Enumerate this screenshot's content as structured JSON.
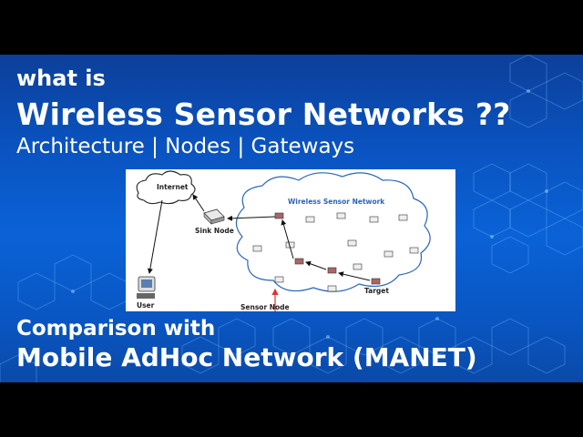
{
  "header": {
    "line1": "what is",
    "line2": "Wireless Sensor Networks ??",
    "line3": "Architecture | Nodes | Gateways"
  },
  "diagram": {
    "cloud_internet": "Internet",
    "cloud_wsn": "Wireless Sensor Network",
    "sink_node": "Sink Node",
    "user": "User",
    "sensor_node": "Sensor Node",
    "target": "Target"
  },
  "footer": {
    "line1": "Comparison with",
    "line2": "Mobile AdHoc Network (MANET)"
  },
  "colors": {
    "banner_blue": "#0a5ed0",
    "text": "#ffffff",
    "wsn_label": "#2a66b8"
  }
}
